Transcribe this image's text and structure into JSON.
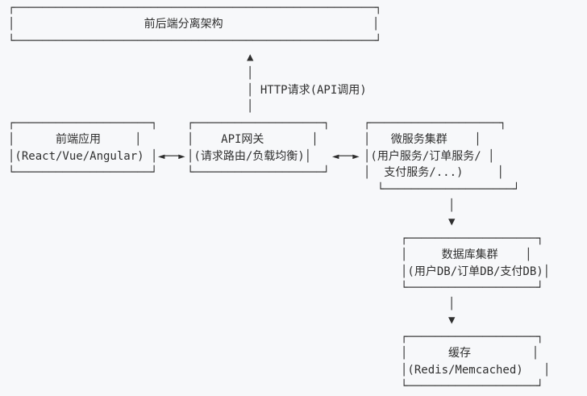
{
  "page": {
    "background_color": "#f7f8fa",
    "ink_color": "#2f2f2f",
    "title": "前后端分离架构"
  },
  "diagram": {
    "title_box": {
      "label": "前后端分离架构",
      "lines": [
        "┌─────────────────────────────────────────────────────┐",
        "│                   前后端分离架构                      │",
        "└─────────────────────────────────────────────────────┘"
      ]
    },
    "http_request_arrow": {
      "label": "HTTP请求(API调用)",
      "lines": [
        "▲",
        "│",
        "│ HTTP请求(API调用)",
        "│"
      ]
    },
    "frontend_box": {
      "title": "前端应用",
      "subtitle": "(React/Vue/Angular)",
      "lines": [
        "┌────────────────────┐",
        "│      前端应用     │",
        "│(React/Vue/Angular) │",
        "└────────────────────┘"
      ]
    },
    "frontend_gateway_link": {
      "label": "◄──►",
      "lines": [
        "◄──►"
      ]
    },
    "gateway_box": {
      "title": "API网关",
      "subtitle": "(请求路由/负载均衡)",
      "lines": [
        "┌───────────────────┐",
        "│    API网关       │",
        "│(请求路由/负载均衡)│",
        "└───────────────────┘"
      ]
    },
    "gateway_services_link": {
      "label": "◄──►",
      "lines": [
        "◄──►"
      ]
    },
    "microservices_box": {
      "title": "微服务集群",
      "subtitle": "(用户服务/订单服务/支付服务/...)",
      "lines": [
        "┌───────────────────┐",
        "│   微服务集群    │",
        "│(用户服务/订单服务/ │",
        "│  支付服务/...)     │",
        "  └───────────────────┘"
      ]
    },
    "services_db_arrow": {
      "label": "▼",
      "lines": [
        "│",
        "▼"
      ]
    },
    "database_box": {
      "title": "数据库集群",
      "subtitle": "(用户DB/订单DB/支付DB)",
      "lines": [
        "┌───────────────────┐",
        "│     数据库集群    │",
        "│(用户DB/订单DB/支付DB)│",
        "└───────────────────┘"
      ]
    },
    "db_cache_arrow": {
      "label": "▼",
      "lines": [
        "│",
        "▼"
      ]
    },
    "cache_box": {
      "title": "缓存",
      "subtitle": "(Redis/Memcached)",
      "lines": [
        "┌───────────────────┐",
        "│      缓存         │",
        "│(Redis/Memcached)   │",
        "└───────────────────┘"
      ]
    }
  }
}
